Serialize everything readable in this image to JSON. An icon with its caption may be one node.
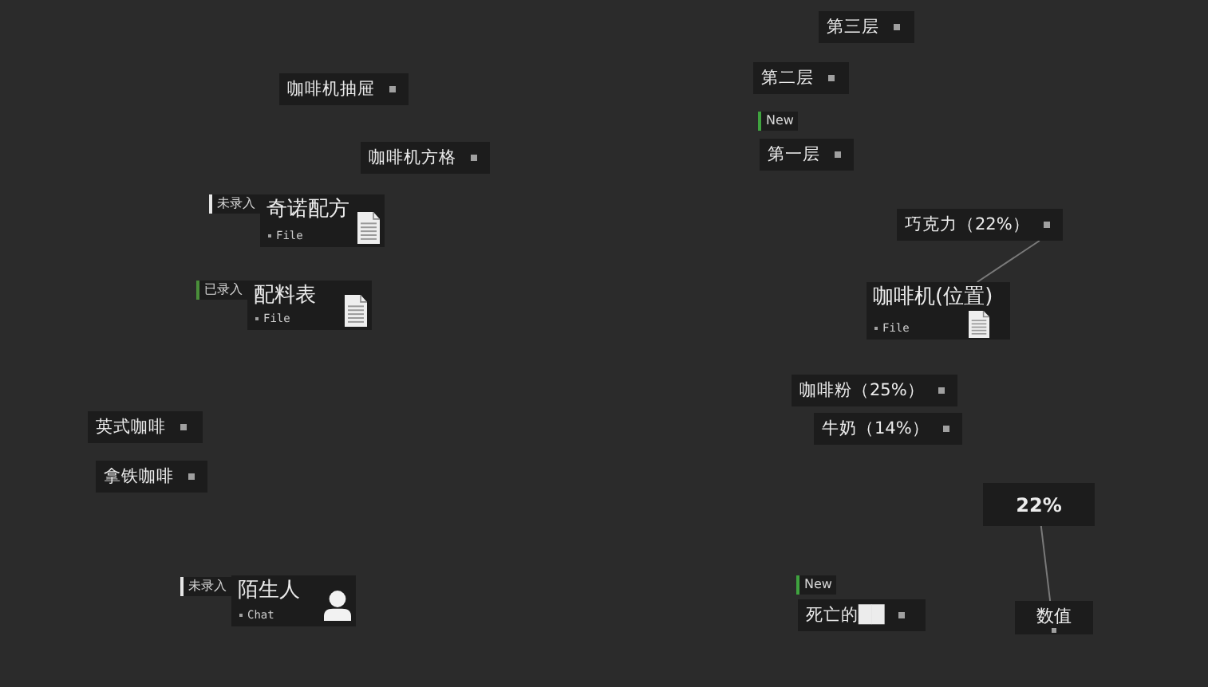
{
  "diagram": {
    "nodes": [
      {
        "text": [
          "第三层"
        ]
      },
      {
        "text": [
          "第二层"
        ]
      },
      {
        "text": [
          "第一层"
        ],
        "beside": [
          "New"
        ]
      },
      {
        "text": [
          "咖啡机抽屉"
        ]
      },
      {
        "text": [
          "咖啡机方格"
        ]
      },
      {
        "text": [
          "奇诺配方",
          "File"
        ],
        "beside": [
          "未录入"
        ]
      },
      {
        "text": [
          "巧克力（22%）"
        ]
      },
      {
        "text": [
          "配料表",
          "File"
        ],
        "beside": [
          "已录入"
        ]
      },
      {
        "text": [
          "咖啡机(位置)",
          "File"
        ]
      },
      {
        "text": [
          "咖啡粉（25%）"
        ]
      },
      {
        "text": [
          "牛奶（14%）"
        ]
      },
      {
        "text": [
          "英式咖啡"
        ]
      },
      {
        "text": [
          "拿铁咖啡"
        ]
      },
      {
        "text": [
          "22%"
        ]
      },
      {
        "text": [
          "陌生人",
          "Chat"
        ],
        "beside": [
          "未录入"
        ]
      },
      {
        "text": [
          "死亡的██"
        ],
        "beside": [
          "New"
        ]
      },
      {
        "text": [
          "数值"
        ]
      }
    ],
    "edges": [
      {
        "from": 6,
        "to": 8,
        "arrow": "none"
      },
      {
        "from": 13,
        "to": 16,
        "arrow": "none"
      }
    ]
  }
}
